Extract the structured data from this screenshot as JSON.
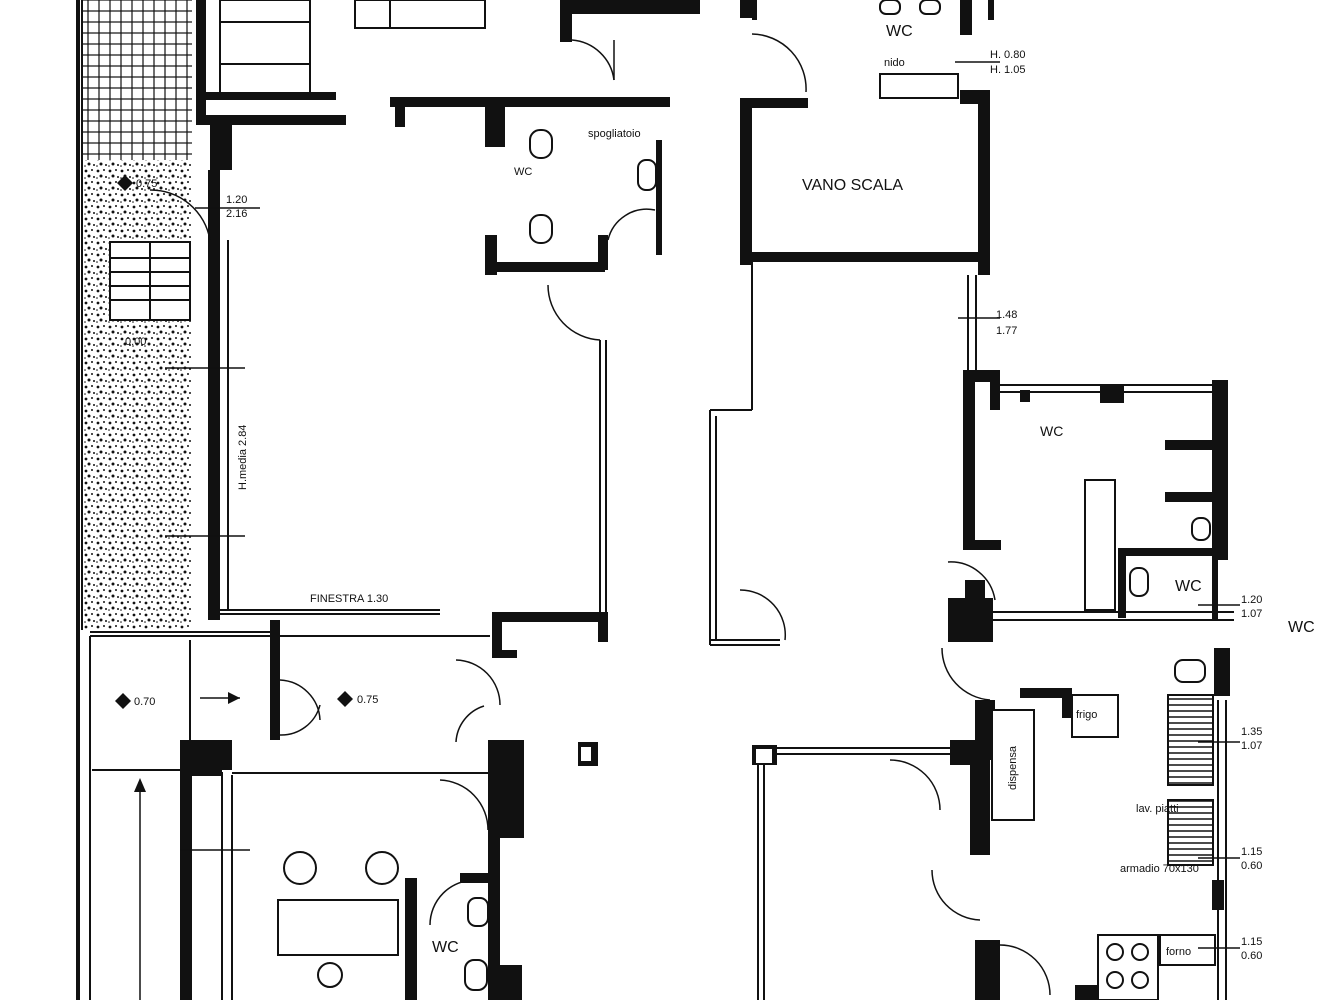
{
  "rooms": {
    "vano_scala": "VANO SCALA",
    "wc_top_right": "WC",
    "wc_top_center": "WC",
    "wc_right_1": "WC",
    "wc_right_2": "WC",
    "wc_right_3": "WC",
    "wc_bottom": "WC"
  },
  "annotations": {
    "nido": "nido",
    "spogliatoio": "spogliatoio",
    "altezza_1": "H. 0.80",
    "altezza_2": "H. 1.05",
    "elev_075_a": "0.75",
    "elev_000": "0.00",
    "elev_070": "0.70",
    "elev_075_b": "0.75",
    "dim_120_216": "1.20",
    "dim_216": "2.16",
    "dim_148": "1.48",
    "dim_177": "1.77",
    "dim_120_b": "1.20",
    "dim_107": "1.07",
    "dim_135": "1.35",
    "dim_107_b": "1.07",
    "dim_115": "1.15",
    "dim_060": "0.60",
    "dim_115_b": "1.15",
    "dim_060_b": "0.60",
    "altezza_284": "H.media 2.84",
    "finestra_130": "FINESTRA 1.30",
    "frigo": "frigo",
    "dispensa": "dispensa",
    "lavastoviglie": "lav. piatti",
    "armadio": "armadio 70x130",
    "forno": "forno"
  },
  "colors": {
    "ink": "#111111",
    "paper": "#ffffff"
  }
}
